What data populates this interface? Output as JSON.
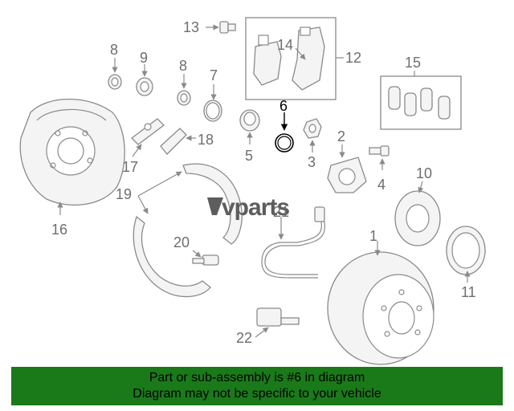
{
  "watermark": {
    "text": "vparts",
    "logo_mark": "V-shield-logo"
  },
  "callouts": {
    "c1": "1",
    "c2": "2",
    "c3": "3",
    "c4": "4",
    "c5": "5",
    "c6": "6",
    "c7": "7",
    "c8a": "8",
    "c8b": "8",
    "c9": "9",
    "c10": "10",
    "c11": "11",
    "c12": "12",
    "c13": "13",
    "c14": "14",
    "c15": "15",
    "c16": "16",
    "c17": "17",
    "c18": "18",
    "c19": "19",
    "c20": "20",
    "c21": "21",
    "c22": "22"
  },
  "highlight_part": "6",
  "banner": {
    "line1": "Part or sub-assembly is #6 in diagram",
    "line2": "Diagram may not be specific to your vehicle",
    "bg_color": "#1a7a1a"
  }
}
